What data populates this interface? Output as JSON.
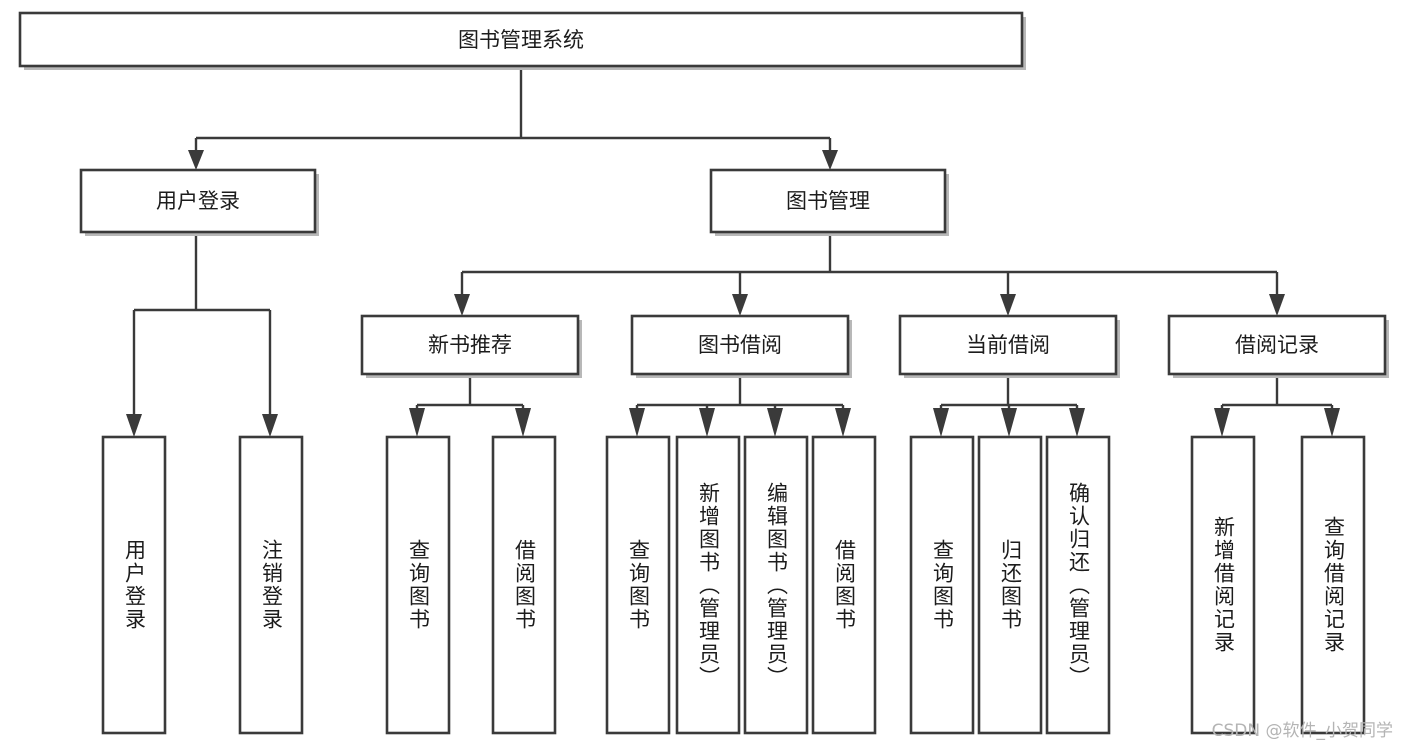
{
  "diagram": {
    "type": "hierarchy-tree",
    "title": "图书管理系统",
    "root": {
      "id": "root",
      "label": "图书管理系统",
      "orientation": "horizontal"
    },
    "level2": [
      {
        "id": "user-login",
        "label": "用户登录",
        "orientation": "horizontal"
      },
      {
        "id": "book-manage",
        "label": "图书管理",
        "orientation": "horizontal"
      }
    ],
    "level3": [
      {
        "id": "new-book-recommend",
        "label": "新书推荐",
        "orientation": "horizontal",
        "parent": "book-manage"
      },
      {
        "id": "book-borrow",
        "label": "图书借阅",
        "orientation": "horizontal",
        "parent": "book-manage"
      },
      {
        "id": "current-borrow",
        "label": "当前借阅",
        "orientation": "horizontal",
        "parent": "book-manage"
      },
      {
        "id": "borrow-record",
        "label": "借阅记录",
        "orientation": "horizontal",
        "parent": "book-manage"
      }
    ],
    "leaves": [
      {
        "id": "leaf-user-login",
        "label": "用户登录",
        "orientation": "vertical",
        "parent": "user-login"
      },
      {
        "id": "leaf-user-logout",
        "label": "注销登录",
        "orientation": "vertical",
        "parent": "user-login"
      },
      {
        "id": "leaf-query-book-1",
        "label": "查询图书",
        "orientation": "vertical",
        "parent": "new-book-recommend"
      },
      {
        "id": "leaf-borrow-book-1",
        "label": "借阅图书",
        "orientation": "vertical",
        "parent": "new-book-recommend"
      },
      {
        "id": "leaf-query-book-2",
        "label": "查询图书",
        "orientation": "vertical",
        "parent": "book-borrow"
      },
      {
        "id": "leaf-add-book",
        "label": "新增图书（管理员）",
        "orientation": "vertical",
        "parent": "book-borrow"
      },
      {
        "id": "leaf-edit-book",
        "label": "编辑图书（管理员）",
        "orientation": "vertical",
        "parent": "book-borrow"
      },
      {
        "id": "leaf-borrow-book-2",
        "label": "借阅图书",
        "orientation": "vertical",
        "parent": "book-borrow"
      },
      {
        "id": "leaf-query-book-3",
        "label": "查询图书",
        "orientation": "vertical",
        "parent": "current-borrow"
      },
      {
        "id": "leaf-return-book",
        "label": "归还图书",
        "orientation": "vertical",
        "parent": "current-borrow"
      },
      {
        "id": "leaf-confirm-return",
        "label": "确认归还（管理员）",
        "orientation": "vertical",
        "parent": "current-borrow"
      },
      {
        "id": "leaf-add-record",
        "label": "新增借阅记录",
        "orientation": "vertical",
        "parent": "borrow-record"
      },
      {
        "id": "leaf-query-record",
        "label": "查询借阅记录",
        "orientation": "vertical",
        "parent": "borrow-record"
      }
    ],
    "colors": {
      "stroke": "#3a3a3a",
      "fill": "#ffffff",
      "text": "#1c1c1c",
      "shadow": "#b8b8b8",
      "watermark": "#b4b4b4"
    }
  },
  "watermark": {
    "text": "CSDN @软件_小贺同学"
  }
}
